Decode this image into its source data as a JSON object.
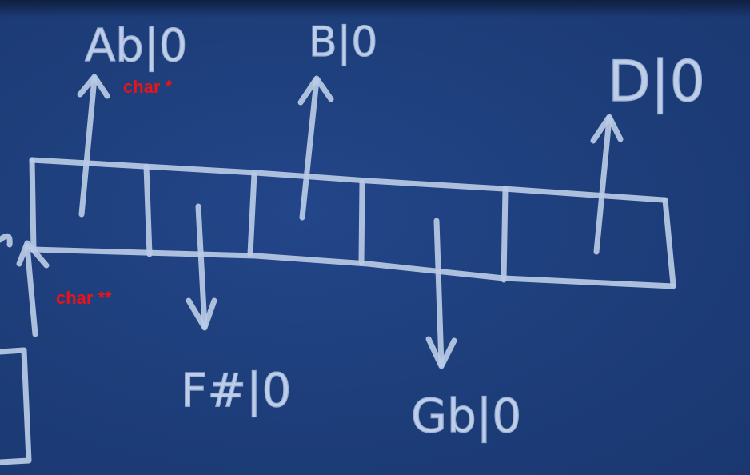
{
  "labels": {
    "top_left": "Ab|0",
    "top_middle": "B|0",
    "top_right": "D|0",
    "bottom_left": "F#|0",
    "bottom_middle": "Gb|0"
  },
  "annotations": {
    "char_1": "char *",
    "char_2": "char **"
  },
  "colors": {
    "board": "#1e3f7c",
    "chalk": "#b9cbe6",
    "annotation": "#e8141b"
  }
}
